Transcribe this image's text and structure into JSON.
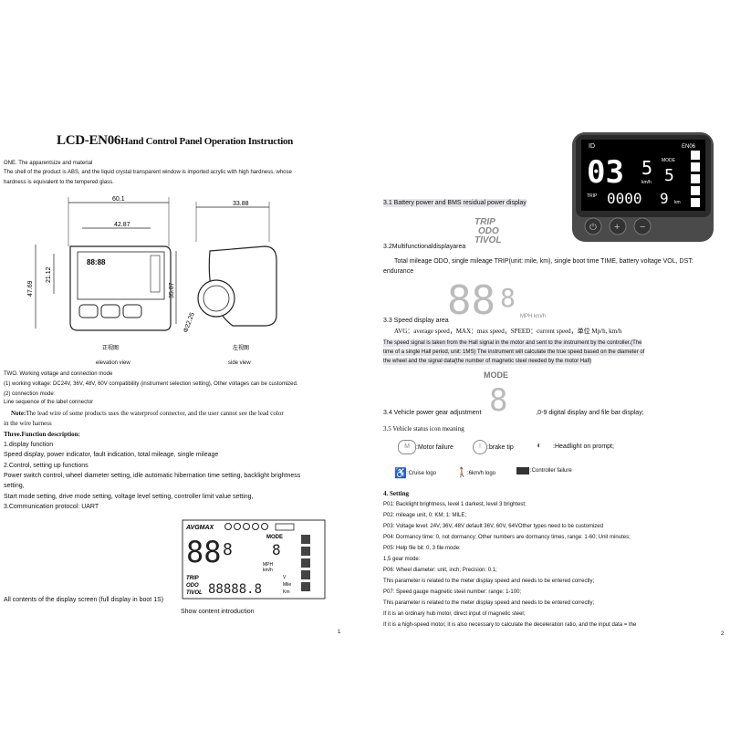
{
  "left": {
    "title_main": "LCD-EN06",
    "title_rest": "Hand Control Panel Operation Instruction",
    "section_one": "ONE. The apparentsize and material",
    "material_p1": "The shell of the product is ABS, and the liquid crystal transparent window is imported acrylic with high hardness, whose",
    "material_p2": "hardness is equivalent to the tempered glass.",
    "dims": {
      "width": "60.1",
      "screen_width": "42.87",
      "side_width": "33.88",
      "height": "47.69",
      "screen_height": "21.12",
      "mount_height": "35.07",
      "bore": "Φ22.25"
    },
    "elevation_cn": "正视图",
    "elevation_en": "elevation view",
    "side_cn": "左视图",
    "side_en": "side view",
    "two_title": "TWO. Working voltage and connection mode",
    "two_1": "(1)  working voltage: DC24V, 36V, 48V, 60V compatibility (instrument selection setting), Other voltages can be customized.",
    "two_2": "(2)        connection mode:",
    "two_3": "Line sequence of the label connector",
    "note_label": "Note:",
    "note_text": "The lead wire of some products uses the waterproof connector, and the user cannot see the lead color",
    "note_text2": "in the wire harness",
    "three_title": "Three.Function description:",
    "three_1": "1.display function",
    "three_1a": "Speed display, power indicator, fault indication, total mileage, single mileage",
    "three_2": "2.Control, setting up functions",
    "three_2a": "Power switch control, wheel diameter setting, idle automatic hibernation time setting, backlight brightness",
    "three_2b": "setting,",
    "three_2c": "Start mode setting, drive mode setting, voltage level setting, controller limit value setting,",
    "three_3": "3.Communication protocol: UART",
    "all_contents": "All contents of the display screen (full display in boot 1S)",
    "show_content": "Show content introduction",
    "page_no": "1"
  },
  "right": {
    "s31": "3.1 Battery power and BMS residual power display",
    "s32": "3.2Multifunctionaldisplayarea",
    "s32_text": "Total mileage ODO, single mileage TRIP(unit: mile, km), single boot time TIME, battery voltage VOL, DST:",
    "s32_text2": "endurance",
    "s33": "3.3 Speed display area",
    "s33_avg": "AVG：average speed，MAX：max speed，SPEED：current speed，单位 Mp/h, km/h",
    "s33_p1": "The speed signal is taken from the Hall signal in the motor and sent to the instrument by the controller.(The",
    "s33_p2": "time of a single Hall period, unit: 1MS) The instrument will calculate the true speed based on the diameter of",
    "s33_p3": "the wheel and the signal data(the number of magnetic steel needed by the motor Hall)",
    "s34": "3.4 Vehicle power gear adjustment",
    "s34_tail": ",0-9 digital display and file bar display;",
    "s35": "3.5 Vehicle status icon meaning",
    "icon_motor": ":Motor failure",
    "icon_brake": ":brake tip",
    "icon_headlight": ":Headlight on prompt;",
    "icon_cruise": ":Cruise logo",
    "icon_kmh": ":6km/h logo",
    "icon_ctrl": ":Controller failure",
    "setting_title": "4. Setting",
    "p01": "P01: Backlight brightness, level 1 darkest, level 3 brightest;",
    "p02": "P02: mileage unit, 0: KM; 1: MILE;",
    "p03": "P03: Voltage level: 24V, 36V, 48V default 36V, 60V, 64VOther types need to be customized",
    "p04": "P04: Dormancy time: 0, not dormancy; Other numbers are dormancy times, range: 1-60; Unit minutes;",
    "p05": "P05: Help file bit: 0, 3 file mode:",
    "p05b": "1,5 gear mode:",
    "p06": "P06: Wheel diameter: unit, inch; Precision: 0.1;",
    "p06b": "This parameter is related to the meter display speed and needs to be entered correctly;",
    "p07": "P07: Speed gauge magnetic steel number: range: 1-100;",
    "p07b": "This parameter is related to the meter display speed and needs to be entered correctly;",
    "p07c": "If it is an ordinary hub motor, direct input of magnetic steel;",
    "p07d": "If it is a high-speed motor, it is also necessary to calculate the deceleration ratio, and the input data = the",
    "page_no": "2"
  },
  "device": {
    "brand": "EN06",
    "speed": "03",
    "speed_dec": "5",
    "speed_unit": "km/h",
    "mode_label": "MODE",
    "mode_value": "5",
    "trip_label": "TRIP",
    "odo_value": "0000",
    "odo_dec": "9",
    "odo_unit": "km"
  },
  "lcd": {
    "top_label": "AVGMAX",
    "trip": "TRIP",
    "odo": "ODO",
    "time_vol": "TIVOL",
    "mode": "MODE",
    "mph": "MPH",
    "kmh": "km/h",
    "mile": "Mile",
    "km": "Km",
    "v": "V"
  }
}
